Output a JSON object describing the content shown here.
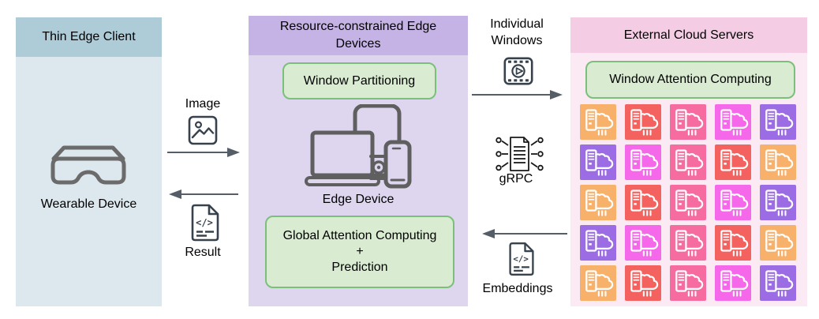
{
  "panels": {
    "thin_edge_client": {
      "title": "Thin Edge Client",
      "device_label": "Wearable Device",
      "header_bg": "#aecbd8",
      "body_bg": "#dde8ee"
    },
    "edge_devices": {
      "title": "Resource-constrained Edge Devices",
      "window_partitioning_label": "Window Partitioning",
      "device_label": "Edge Device",
      "global_attention_lines": [
        "Global Attention Computing",
        "+",
        "Prediction"
      ],
      "header_bg": "#c6b3e5",
      "body_bg": "#ded5ef"
    },
    "cloud_servers": {
      "title": "External Cloud Servers",
      "window_attention_label": "Window Attention Computing",
      "header_bg": "#f4cde5",
      "body_bg": "#fbe9f3",
      "server_grid_rows": [
        [
          "orange",
          "red",
          "pink",
          "magenta",
          "purple"
        ],
        [
          "purple",
          "magenta",
          "pink",
          "red",
          "orange"
        ],
        [
          "orange",
          "red",
          "pink",
          "magenta",
          "purple"
        ],
        [
          "purple",
          "magenta",
          "pink",
          "red",
          "orange"
        ],
        [
          "orange",
          "red",
          "pink",
          "magenta",
          "purple"
        ]
      ],
      "server_palette": {
        "orange": "#f8b16a",
        "red": "#f4625f",
        "pink": "#f66ca0",
        "magenta": "#f568e9",
        "purple": "#9c6ce5"
      }
    }
  },
  "flows": {
    "image": {
      "label": "Image"
    },
    "result": {
      "label": "Result"
    },
    "individual_windows": {
      "label": "Individual Windows"
    },
    "grpc": {
      "label": "gRPC"
    },
    "embeddings": {
      "label": "Embeddings"
    }
  },
  "styles": {
    "green_box_bg": "#d9ecd2",
    "green_box_border": "#7cbf7a",
    "arrow_color": "#555d66",
    "dark_icon_color": "#37424c",
    "device_icon_color": "#6b6b6b"
  }
}
